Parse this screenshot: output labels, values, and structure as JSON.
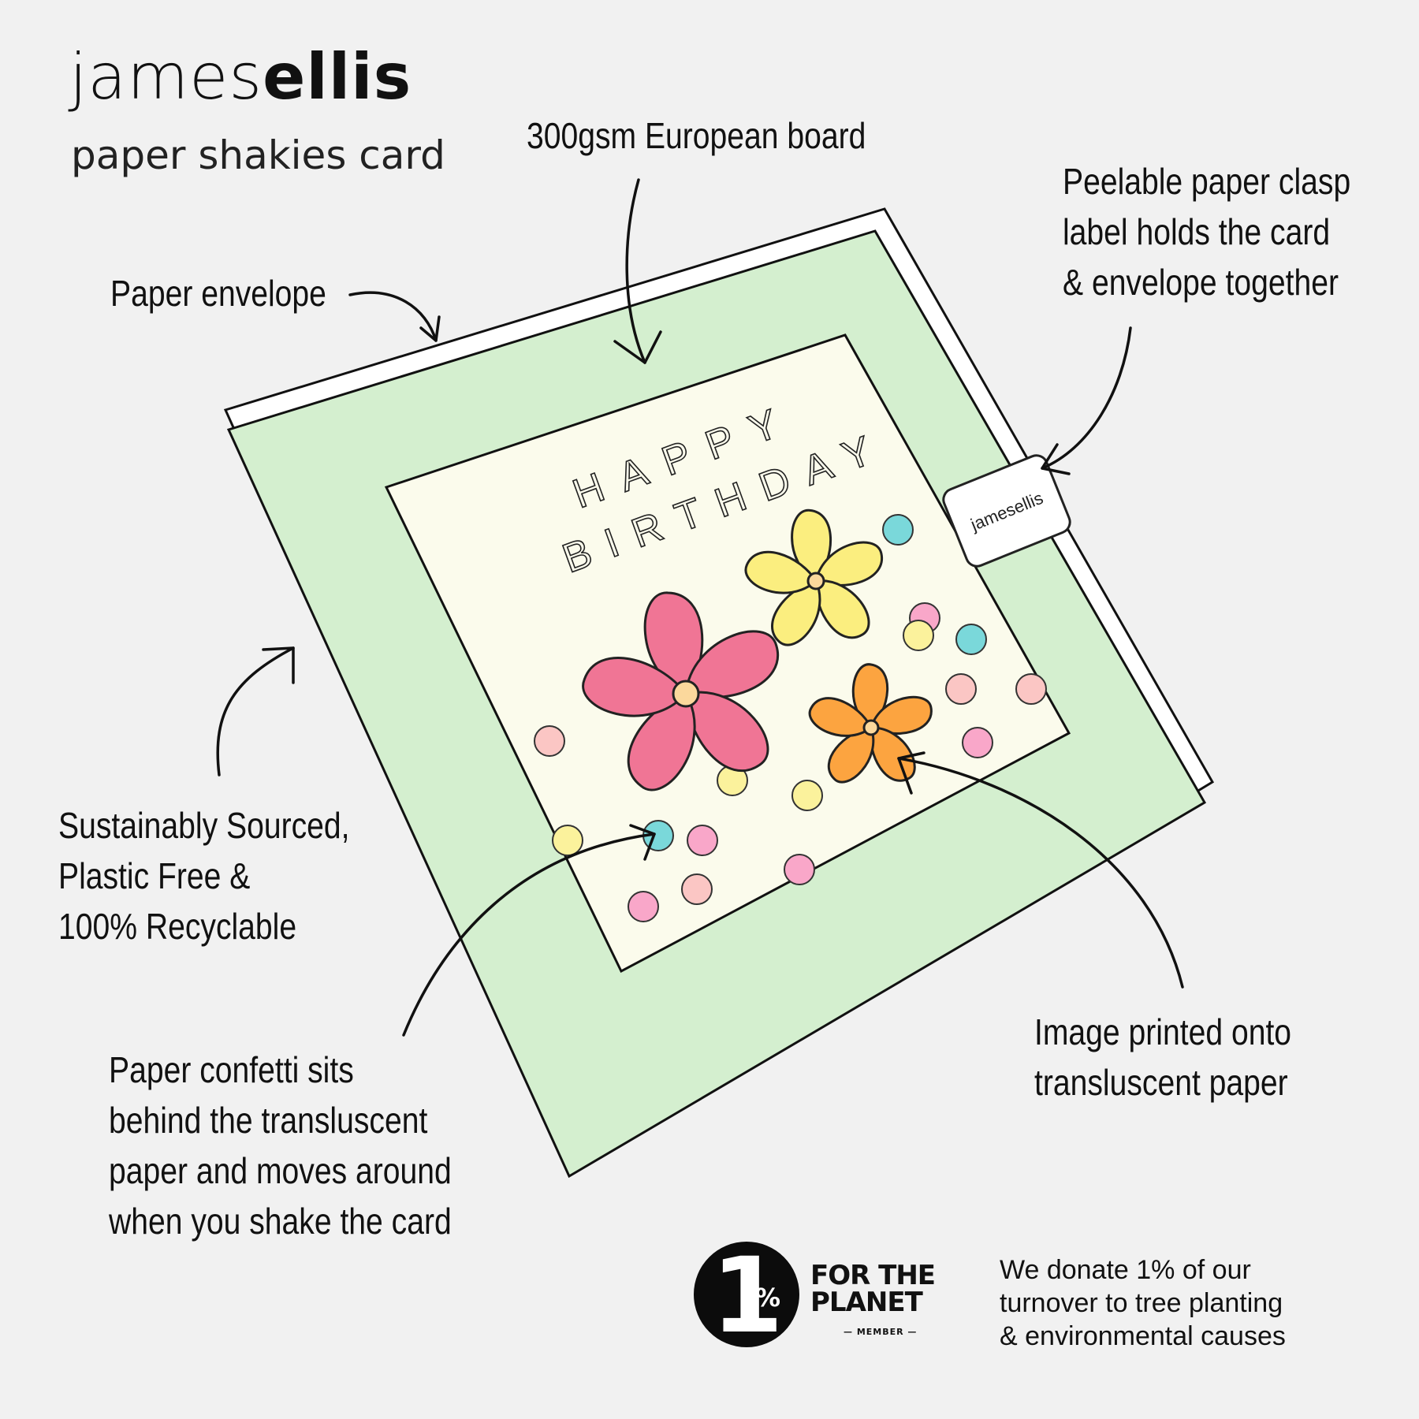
{
  "brand": {
    "name_light": "james",
    "name_bold": "ellis",
    "subtitle": "paper shakies card"
  },
  "card": {
    "greeting_line1": "HAPPY",
    "greeting_line2": "BIRTHDAY",
    "clasp_label": "jamesellis"
  },
  "annotations": {
    "board": "300gsm European board",
    "envelope": "Paper envelope",
    "clasp": [
      "Peelable paper clasp",
      "label holds the card",
      "& envelope together"
    ],
    "sustainable": [
      "Sustainably Sourced,",
      "Plastic Free &",
      "100% Recyclable"
    ],
    "confetti": [
      "Paper confetti sits",
      "behind the transluscent",
      "paper and moves around",
      "when you shake the card"
    ],
    "image": [
      "Image printed onto",
      "transluscent paper"
    ]
  },
  "footer": {
    "badge_number": "1",
    "badge_percent": "%",
    "badge_line1": "FOR THE",
    "badge_line2": "PLANET",
    "badge_member": "— MEMBER —",
    "donate": [
      "We donate 1% of our",
      "turnover to tree planting",
      "& environmental causes"
    ]
  },
  "colors": {
    "background": "#f1f1f1",
    "card_green": "#d4efcf",
    "inner_cream": "#fbfbec",
    "pink_flower": "#f07595",
    "yellow_flower": "#fbee7f",
    "orange_flower": "#fca440",
    "confetti_pink": "#f9a7c9",
    "confetti_blush": "#fbc6c4",
    "confetti_teal": "#7ad8da",
    "confetti_yellow": "#fbf29c"
  }
}
